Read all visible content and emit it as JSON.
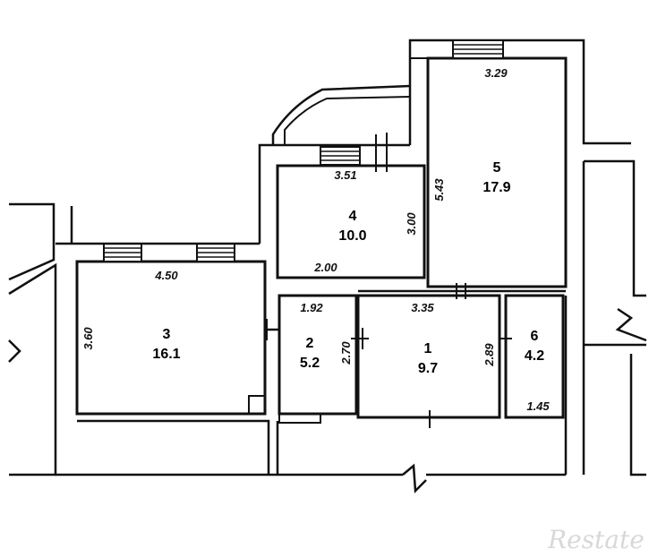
{
  "rooms": [
    {
      "number": "1",
      "area": "9.7"
    },
    {
      "number": "2",
      "area": "5.2"
    },
    {
      "number": "3",
      "area": "16.1"
    },
    {
      "number": "4",
      "area": "10.0"
    },
    {
      "number": "5",
      "area": "17.9"
    },
    {
      "number": "6",
      "area": "4.2"
    }
  ],
  "dimensions": {
    "room5_width": "3.29",
    "room5_length": "5.43",
    "room4_width": "3.51",
    "room4_length": "3.00",
    "room4_bottom": "2.00",
    "room3_width": "4.50",
    "room3_length": "3.60",
    "room2_width": "1.92",
    "room2_length": "2.70",
    "room1_width": "3.35",
    "room1_length": "2.89",
    "room6_width": "1.45"
  },
  "watermark": "Restate"
}
